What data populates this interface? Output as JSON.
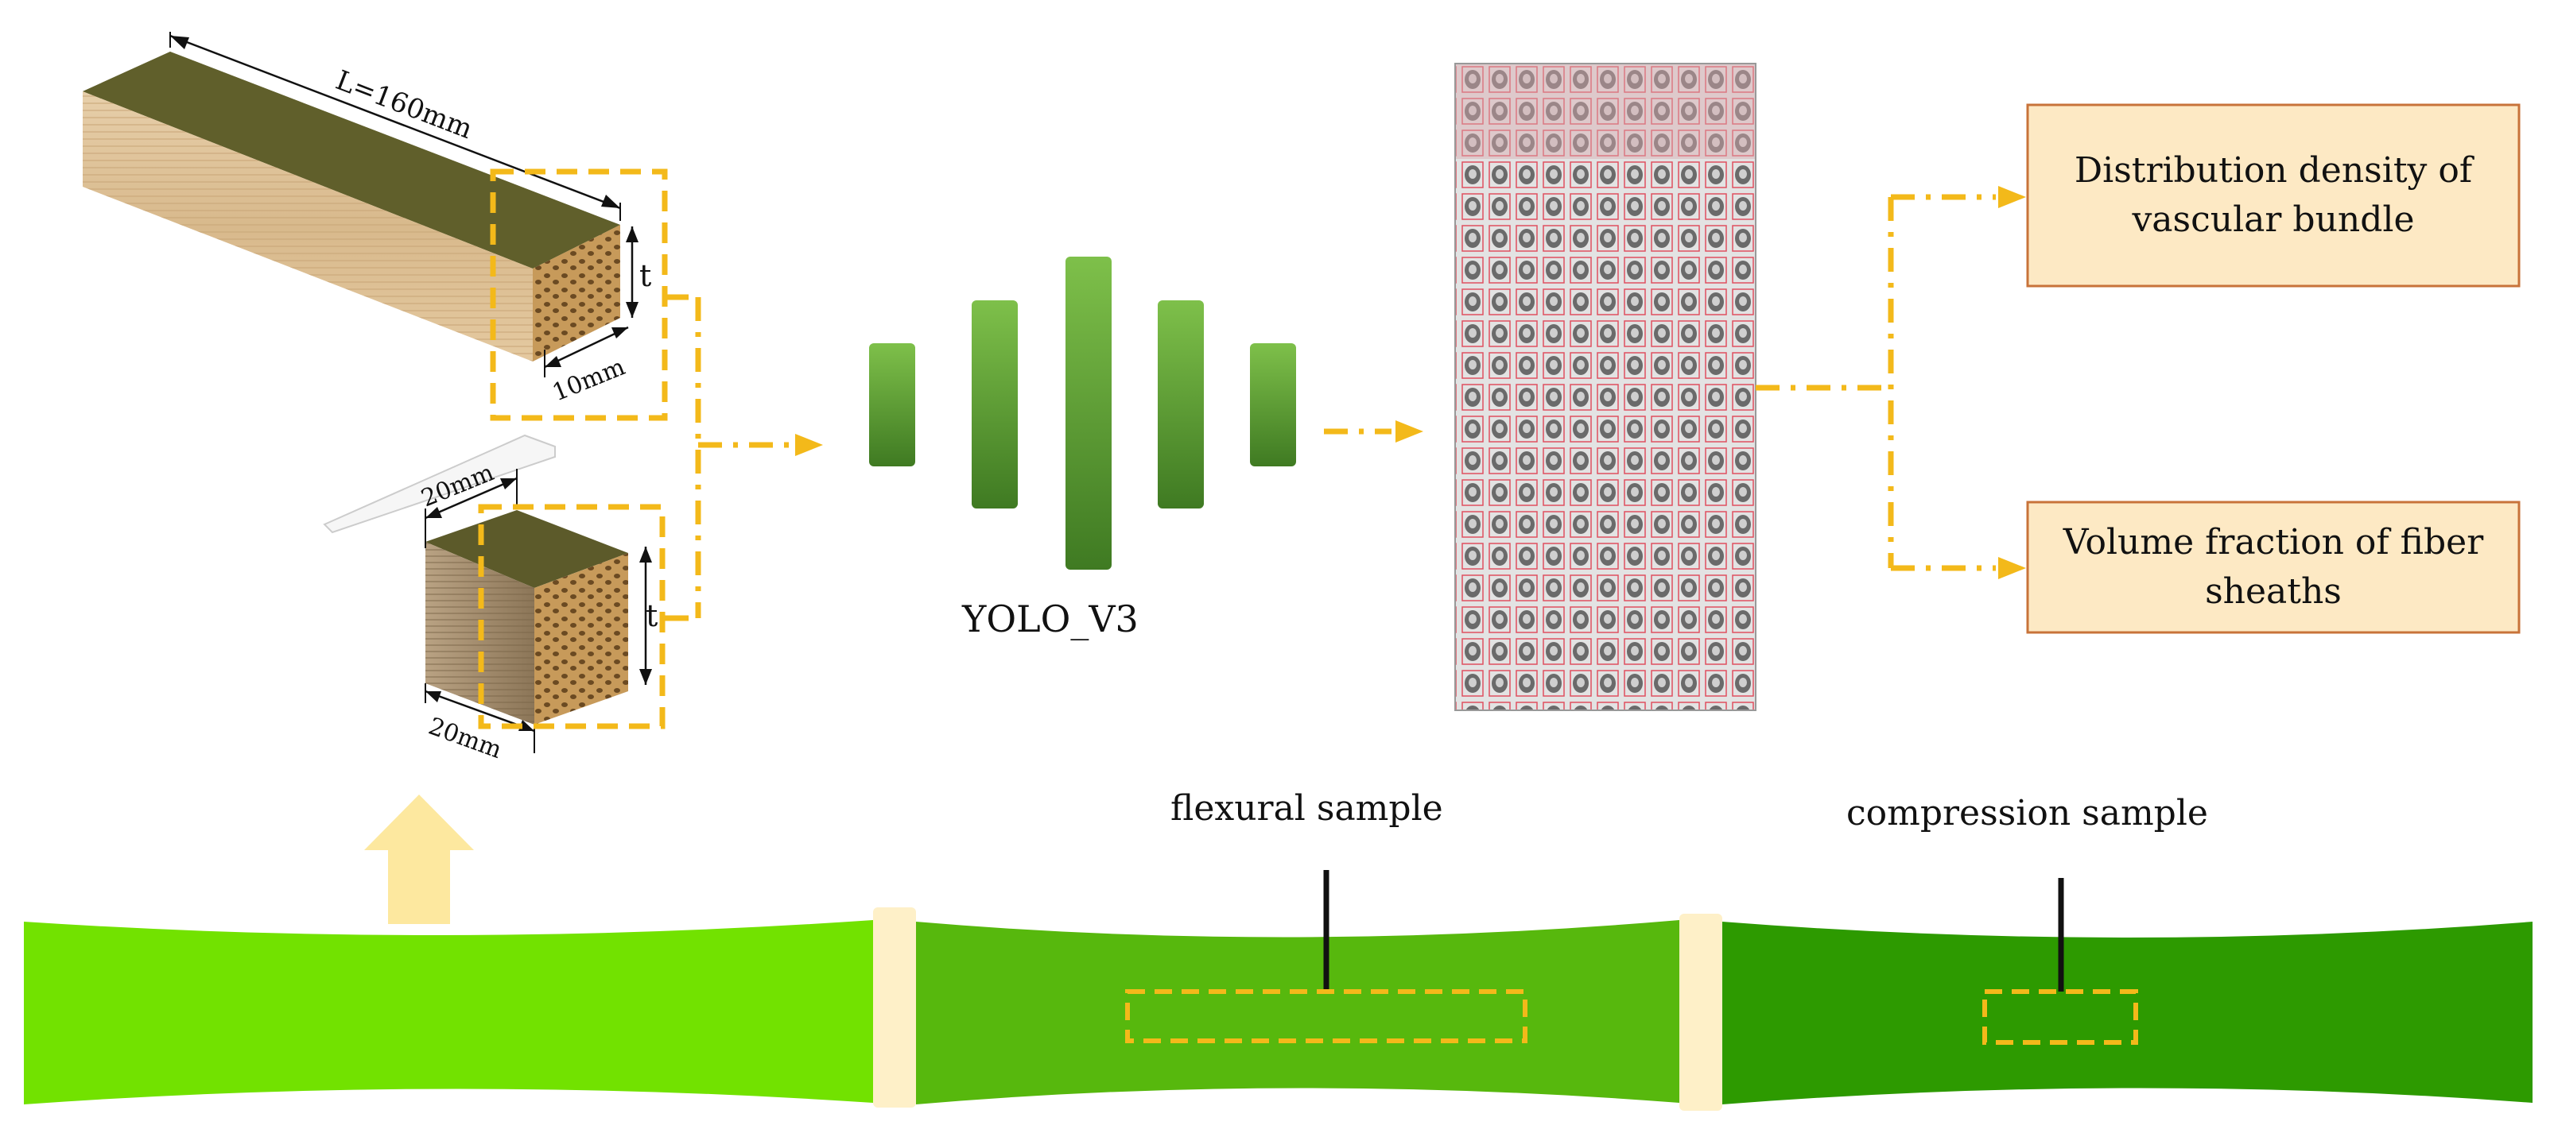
{
  "dimensions": {
    "length": "L=160mm",
    "thickness_top": "t",
    "width_top": "10mm",
    "width_cube_top": "20mm",
    "thickness_cube": "t",
    "width_cube_bottom": "20mm"
  },
  "network": {
    "label": "YOLO_V3",
    "color_top": "#7ec04a",
    "color_bottom": "#3f7a22"
  },
  "outputs": {
    "top": "Distribution density of vascular bundle",
    "bottom": "Volume fraction of fiber sheaths",
    "fill": "#fde9c4",
    "border": "#c8733a"
  },
  "culm": {
    "flexural_label": "flexural sample",
    "compression_label": "compression sample",
    "colors": [
      "#72e200",
      "#57b80d",
      "#2d9a00"
    ],
    "node_color": "#fef0c8"
  },
  "accent_color": "#f3b91a"
}
